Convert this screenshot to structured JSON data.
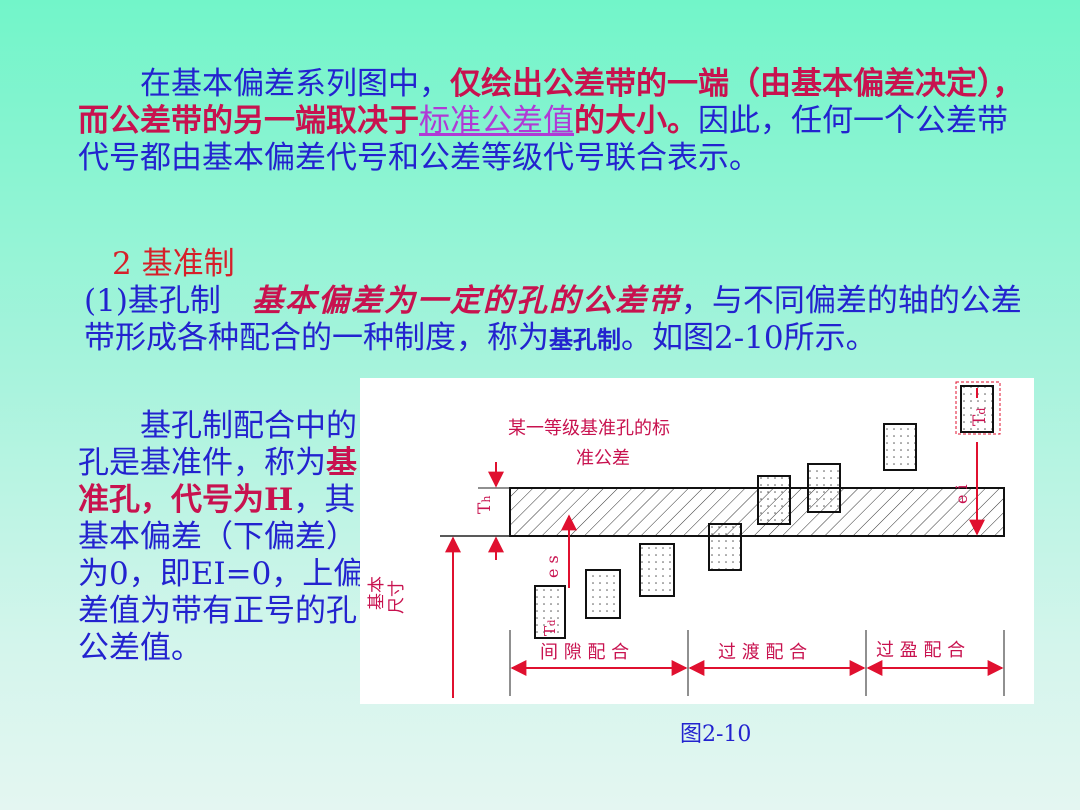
{
  "para1": {
    "indent": "　　",
    "t1": "在基本偏差系列图中，",
    "t2": "仅绘出公差带的一端（由基本偏差决定），而公差带的另一端取决于",
    "link": "标准公差值",
    "t3": "的大小。",
    "t4": "因此，任何一个公差带代号都由基本偏差代号和公差等级代号联合表示。"
  },
  "heading": "2 基准制",
  "para2": {
    "t1": "(1)基孔制　",
    "t2": "基本偏差为一定的孔的公差带",
    "t3": "，与不同偏差的轴的公差带形成各种配合的一种制度，称为",
    "t4": "基孔制",
    "t5": "。如图2-10所示。"
  },
  "para3": {
    "t1": "　　基孔制配合中的孔是基准件，称为",
    "t2": "基准孔，代号为H",
    "t3": "，其基本偏差（下偏差）为0，即EI=0，上偏差值为带有正号的孔公差值。"
  },
  "figure": {
    "label_top": "某一等级基准孔的标",
    "label_top2": "准公差",
    "th": "T",
    "th_sub": "h",
    "td": "T",
    "td_sub": "d",
    "es": "e s",
    "ei": "e i",
    "basic_size_1": "基本",
    "basic_size_2": "尺寸",
    "fit1": "间 隙 配 合",
    "fit2": "过 渡 配 合",
    "fit3": "过 盈 配 合",
    "accent": "#e0102f"
  },
  "caption": "图2-10"
}
